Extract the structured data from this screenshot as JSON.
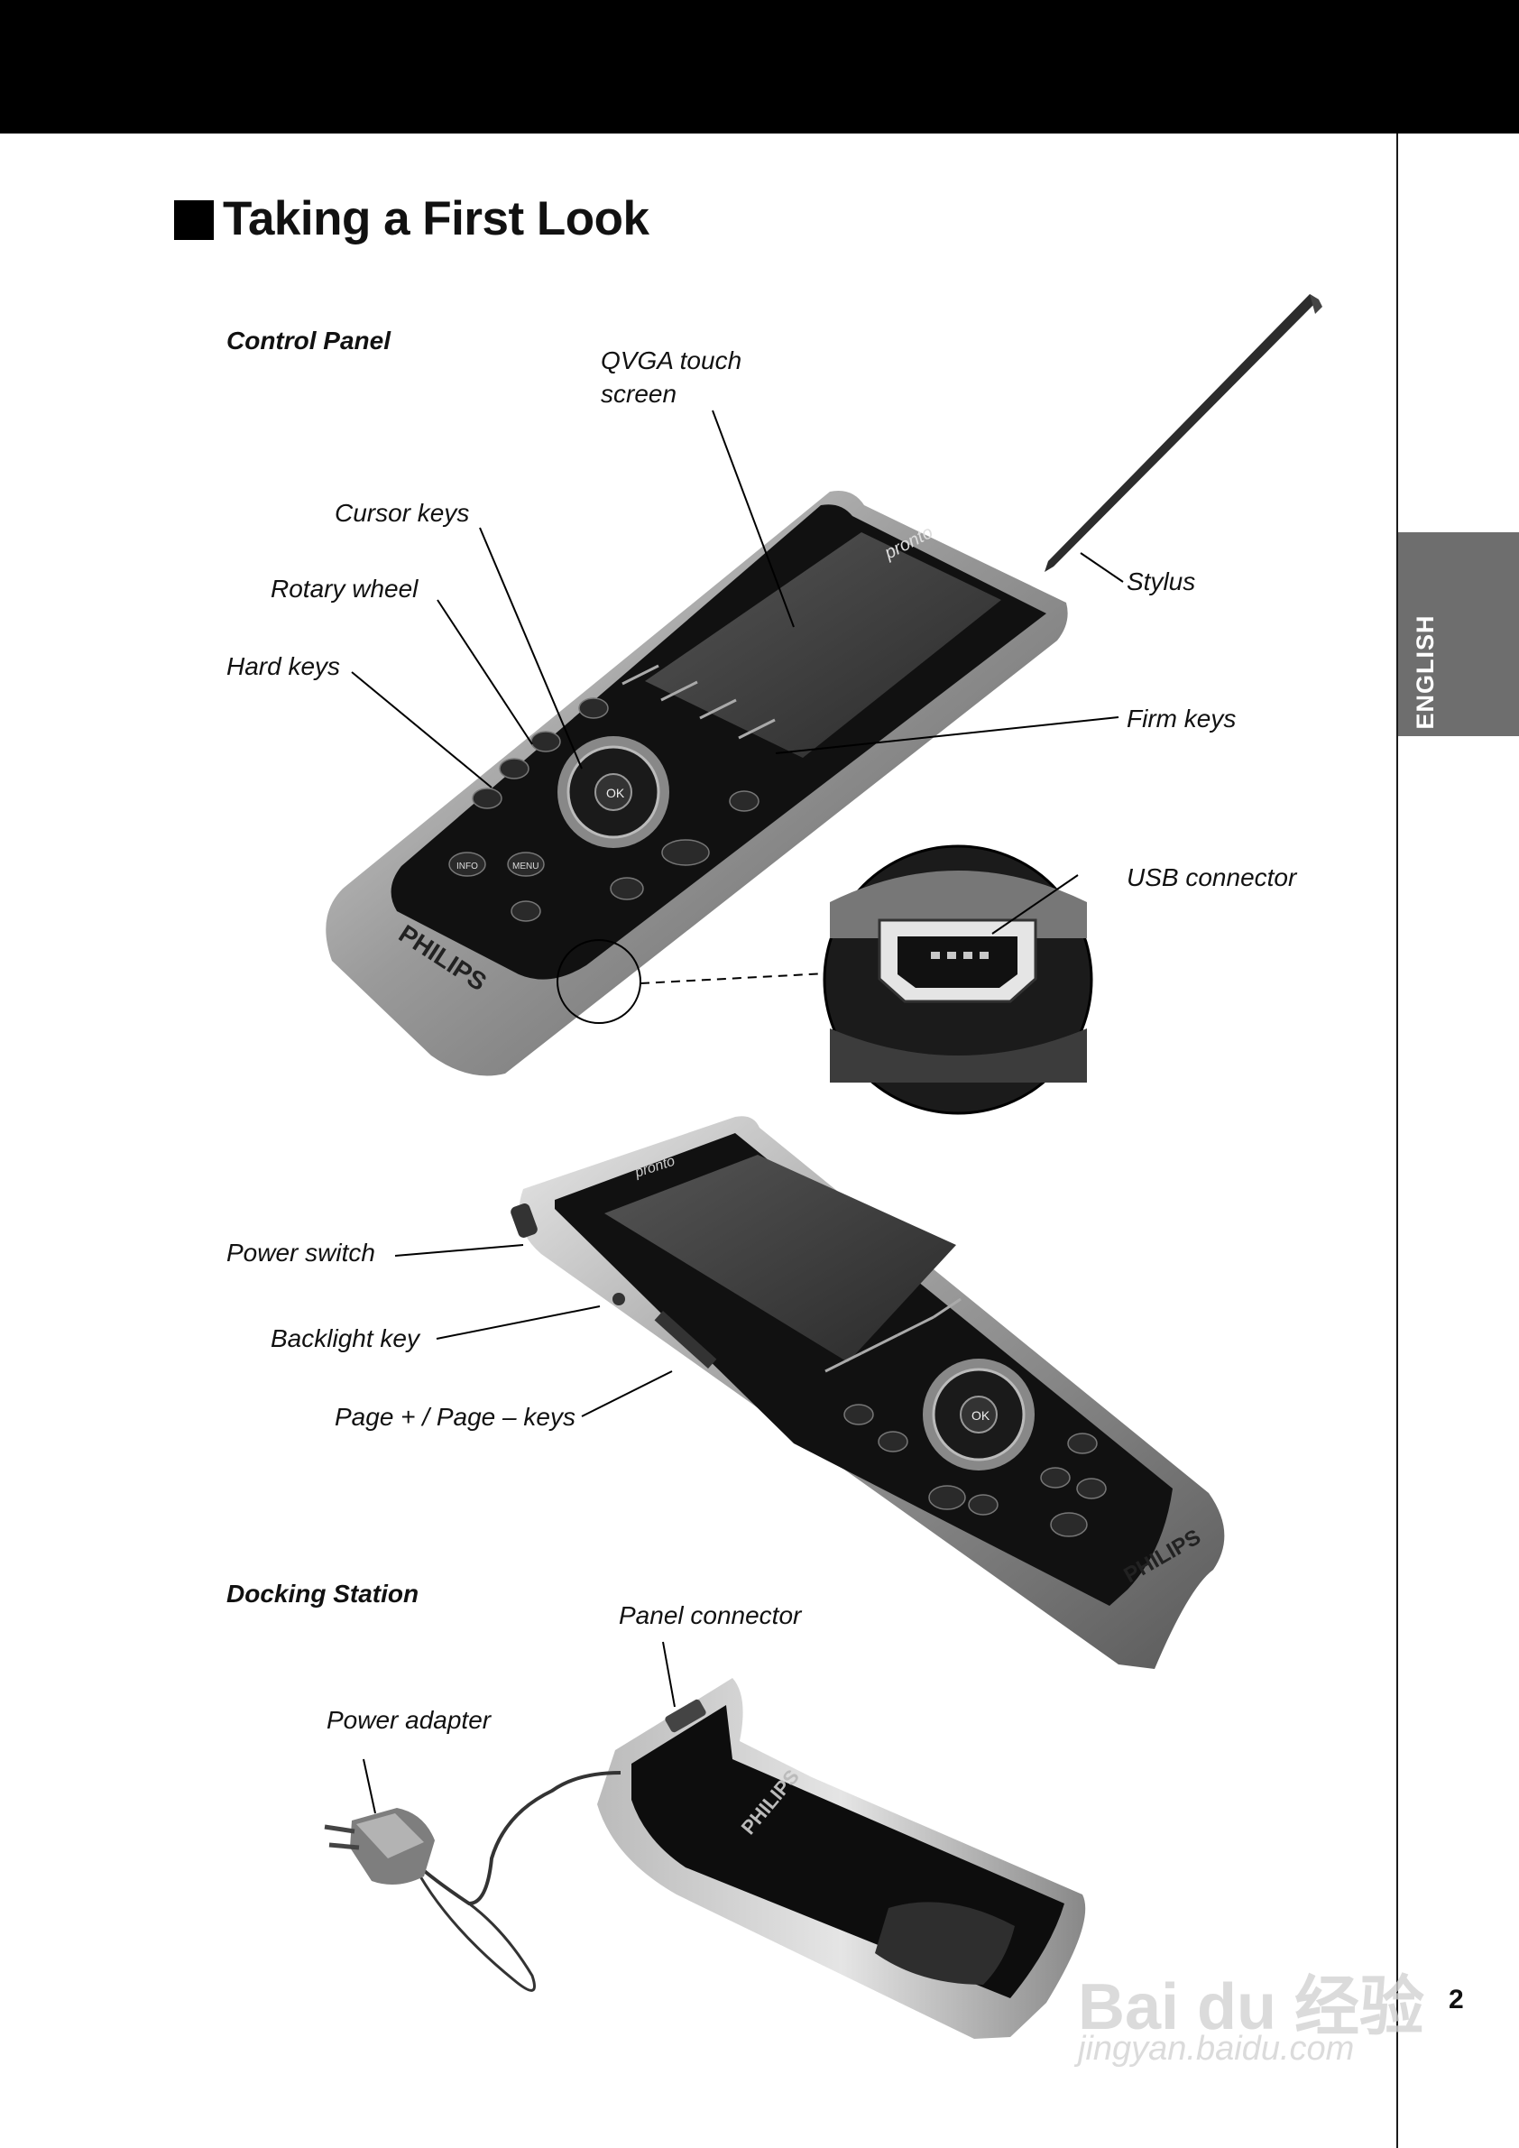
{
  "page": {
    "title": "Taking a First Look",
    "language_tab": "ENGLISH",
    "page_number": "2"
  },
  "sections": {
    "control_panel": "Control Panel",
    "docking_station": "Docking Station"
  },
  "labels": {
    "qvga_line1": "QVGA touch",
    "qvga_line2": "screen",
    "cursor_keys": "Cursor keys",
    "rotary_wheel": "Rotary wheel",
    "hard_keys": "Hard keys",
    "stylus": "Stylus",
    "firm_keys": "Firm keys",
    "usb_connector": "USB connector",
    "power_switch": "Power switch",
    "backlight_key": "Backlight key",
    "page_keys": "Page + / Page – keys",
    "panel_connector": "Panel connector",
    "power_adapter": "Power adapter"
  },
  "device": {
    "brand": "PHILIPS",
    "logo": "pronto",
    "ok_key": "OK",
    "info_key": "INFO",
    "menu_key": "MENU"
  },
  "watermark": {
    "brand": "Bai du 经验",
    "url": "jingyan.baidu.com"
  }
}
